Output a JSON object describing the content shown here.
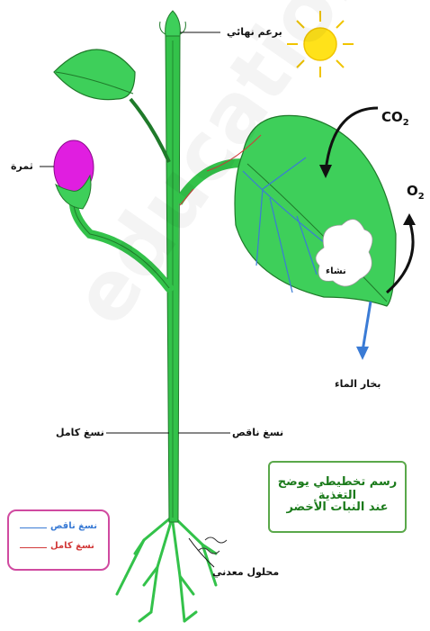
{
  "labels": {
    "terminal_bud": "برعم نهائي",
    "fruit": "ثمرة",
    "starch": "نشاء",
    "water_vapor": "بخار الماء",
    "crude_sap_right": "نسغ ناقص",
    "elaborated_sap_left": "نسغ كامل",
    "mineral_solution": "محلول معدني",
    "co2_base": "CO",
    "co2_sub": "2",
    "o2_base": "O",
    "o2_sub": "2"
  },
  "caption": {
    "line1": "رسم تخطيطي يوضح التغذية",
    "line2": "عند النبات الأخضر"
  },
  "legend": {
    "items": [
      {
        "label": "نسغ ناقص",
        "color": "#3a7bd5"
      },
      {
        "label": "نسغ كامل",
        "color": "#d23a3a"
      }
    ]
  },
  "colors": {
    "leaf": "#3ecf5a",
    "stem": "#33c24a",
    "outline": "#1f7a2a",
    "fruit": "#e01ee0",
    "sun": "#ffe21a",
    "crude_sap": "#3a7bd5",
    "elaborated_sap": "#d23a3a"
  }
}
